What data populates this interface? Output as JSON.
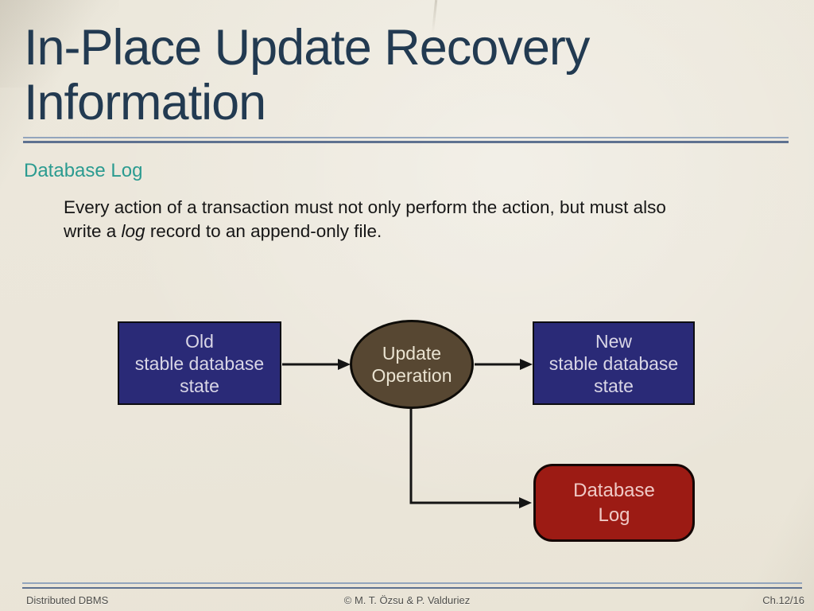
{
  "slide": {
    "title": {
      "line1": "In-Place Update Recovery",
      "line2": "Information"
    },
    "section_heading": "Database Log",
    "body": {
      "line1": "Every action of a transaction must not only perform the action, but must also",
      "line2_pre": "write a ",
      "line2_italic": "log",
      "line2_post": " record to an append-only file."
    }
  },
  "diagram": {
    "old_state_box": {
      "line1": "Old",
      "line2": "stable database",
      "line3": "state"
    },
    "update_operation_ellipse": {
      "line1": "Update",
      "line2": "Operation"
    },
    "new_state_box": {
      "line1": "New",
      "line2": "stable database",
      "line3": "state"
    },
    "database_log_box": {
      "line1": "Database",
      "line2": "Log"
    }
  },
  "footer": {
    "left": "Distributed DBMS",
    "center": "© M. T. Özsu & P. Valduriez",
    "right": "Ch.12/16"
  },
  "colors": {
    "background": "#ece8dc",
    "title_navy": "#223a51",
    "heading_teal": "#2b9b90",
    "state_box_fill": "#2a2a77",
    "state_box_text": "#d9d6e6",
    "ellipse_fill": "#574732",
    "ellipse_text": "#eae3d1",
    "log_box_fill": "#9c1b14",
    "log_box_text": "#efc9c5",
    "rule_light": "#93a5bd",
    "rule_dark": "#5e7190",
    "arrow_black": "#141414",
    "footer_text": "#4f4e4a"
  }
}
